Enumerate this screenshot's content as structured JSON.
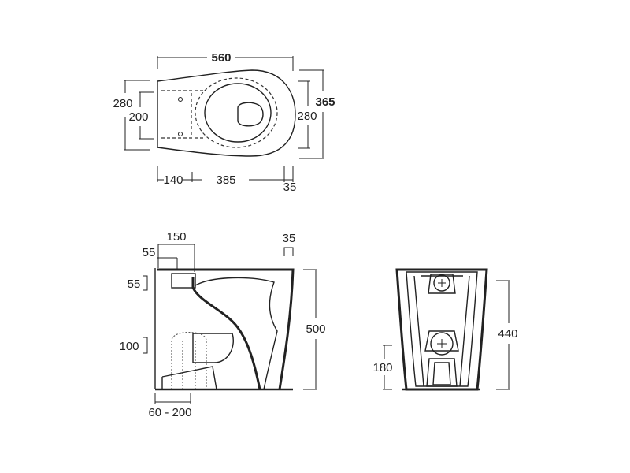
{
  "top_view": {
    "dims": {
      "width_total": "560",
      "depth_outer_right": "365",
      "depth_outer_left": "280",
      "depth_inner_left": "200",
      "depth_inner_right": "280",
      "seg_a": "140",
      "seg_b": "385",
      "seg_c": "35"
    }
  },
  "side_view": {
    "dims": {
      "top_width": "150",
      "top_offset": "55",
      "rim_gap": "35",
      "inlet_height": "55",
      "outlet_height": "100",
      "total_height": "500",
      "outlet_range": "60 - 200"
    }
  },
  "front_view": {
    "dims": {
      "total_height": "440",
      "outlet_height": "180"
    }
  }
}
